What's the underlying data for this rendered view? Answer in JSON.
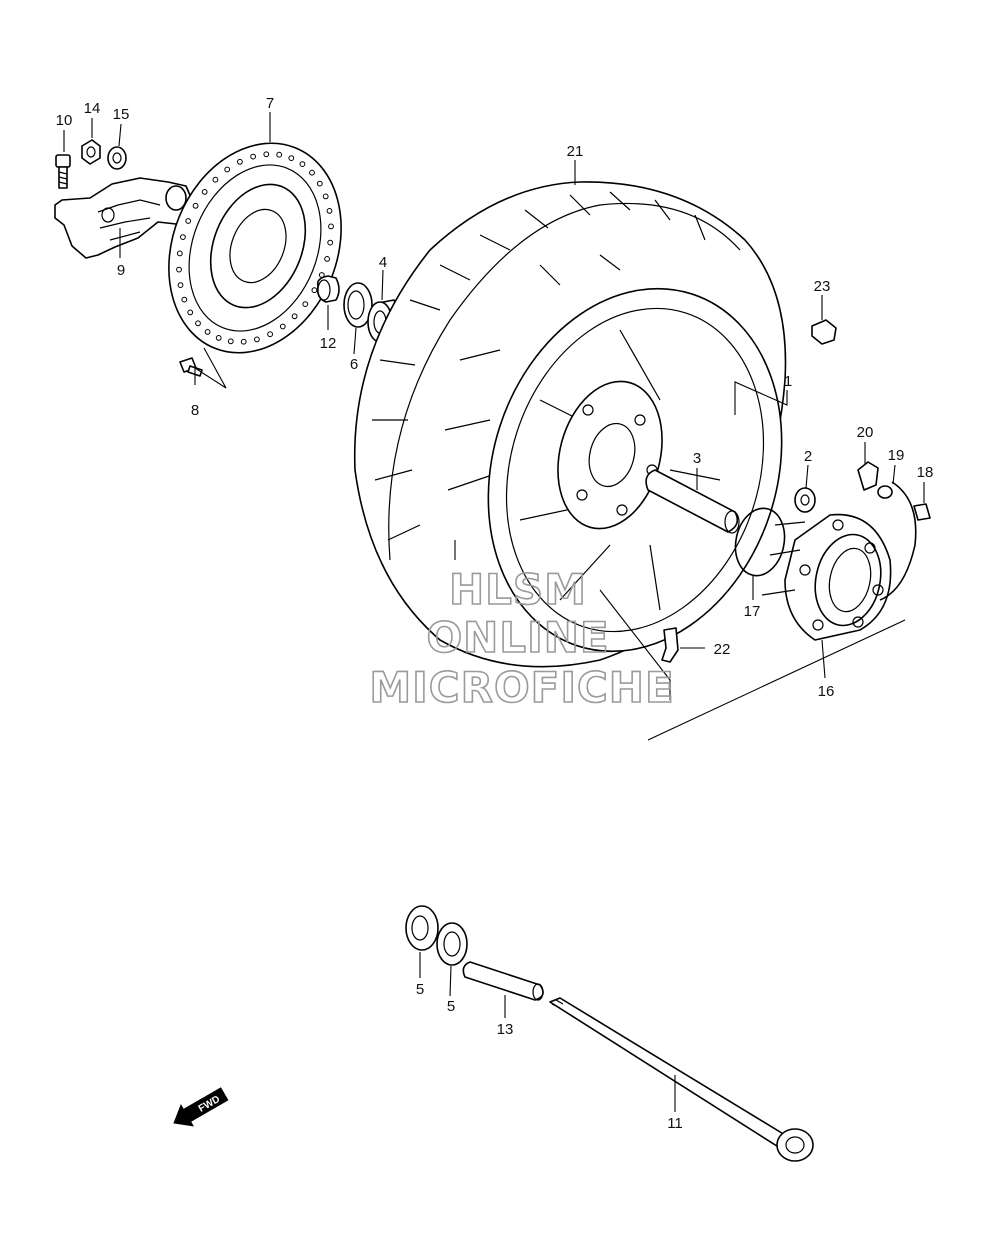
{
  "callouts": {
    "n1": "1",
    "n2": "2",
    "n3": "3",
    "n4": "4",
    "n5a": "5",
    "n5b": "5",
    "n6": "6",
    "n7": "7",
    "n8": "8",
    "n9": "9",
    "n10": "10",
    "n11": "11",
    "n12": "12",
    "n13": "13",
    "n14": "14",
    "n15": "15",
    "n16": "16",
    "n17": "17",
    "n18": "18",
    "n19": "19",
    "n20": "20",
    "n21": "21",
    "n22": "22",
    "n23": "23"
  },
  "watermark": {
    "line1": "HLSM",
    "line2": "ONLINE",
    "line3": "MICROFICHE"
  },
  "fwd_label": "FWD"
}
